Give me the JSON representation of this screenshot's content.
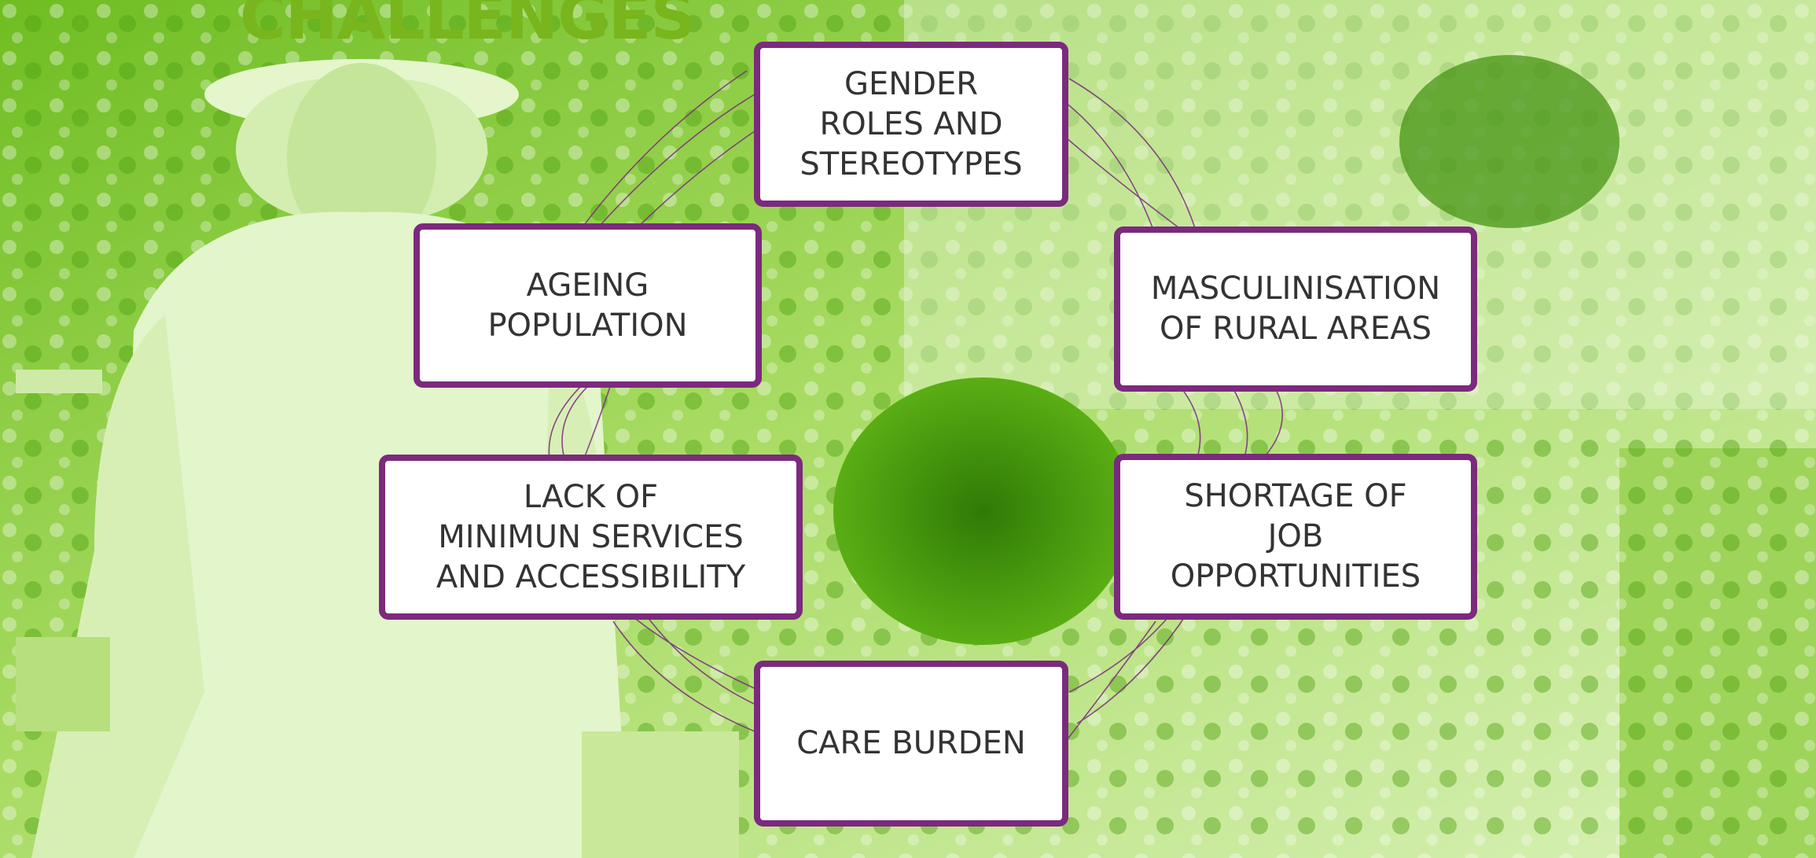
{
  "title": "CHALLENGES",
  "colors": {
    "title": "#79b51c",
    "box_border": "#7b2a7d",
    "box_fill": "#ffffff",
    "box_text": "#333333",
    "thread": "#7b2a7d"
  },
  "challenges": [
    {
      "id": "gender-roles",
      "lines": [
        "GENDER",
        "ROLES AND",
        "STEREOTYPES"
      ]
    },
    {
      "id": "ageing-population",
      "lines": [
        "AGEING",
        "POPULATION"
      ]
    },
    {
      "id": "masculinisation",
      "lines": [
        "MASCULINISATION",
        "OF RURAL AREAS"
      ]
    },
    {
      "id": "lack-of-services",
      "lines": [
        "LACK OF",
        "MINIMUN SERVICES",
        "AND ACCESSIBILITY"
      ]
    },
    {
      "id": "shortage-of-jobs",
      "lines": [
        "SHORTAGE OF",
        "JOB",
        "OPPORTUNITIES"
      ]
    },
    {
      "id": "care-burden",
      "lines": [
        "CARE BURDEN"
      ]
    }
  ]
}
